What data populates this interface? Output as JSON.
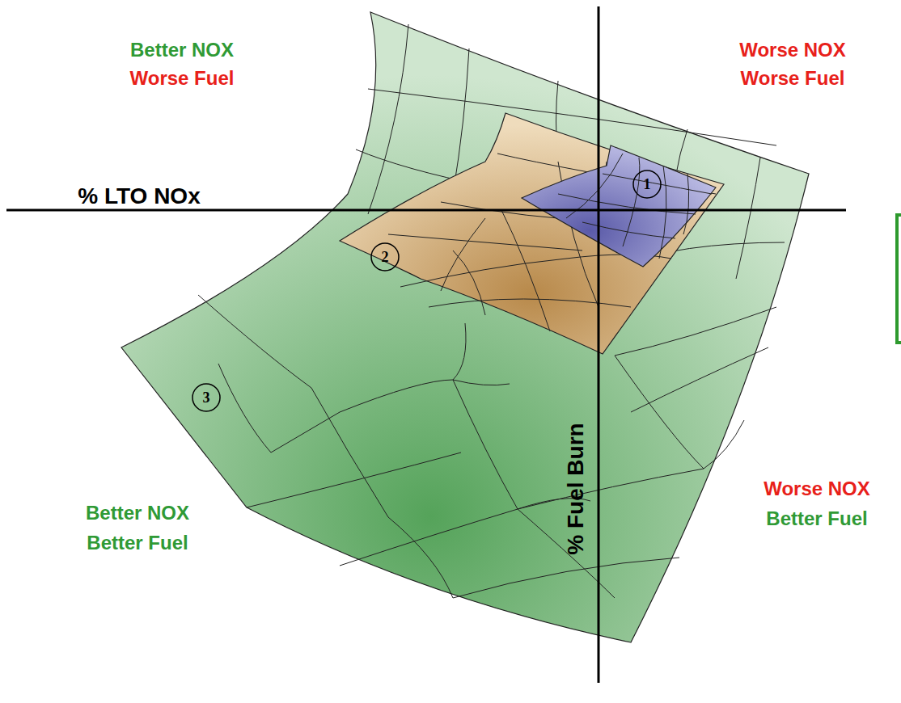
{
  "diagram": {
    "labels": [
      "Better NOX",
      "Worse Fuel",
      "Worse NOX",
      "Worse Fuel",
      "% LTO NOx",
      "1",
      "2",
      "3",
      "% Fuel Burn",
      "Worse NOX",
      "Better Fuel",
      "Better NOX",
      "Better Fuel"
    ]
  }
}
